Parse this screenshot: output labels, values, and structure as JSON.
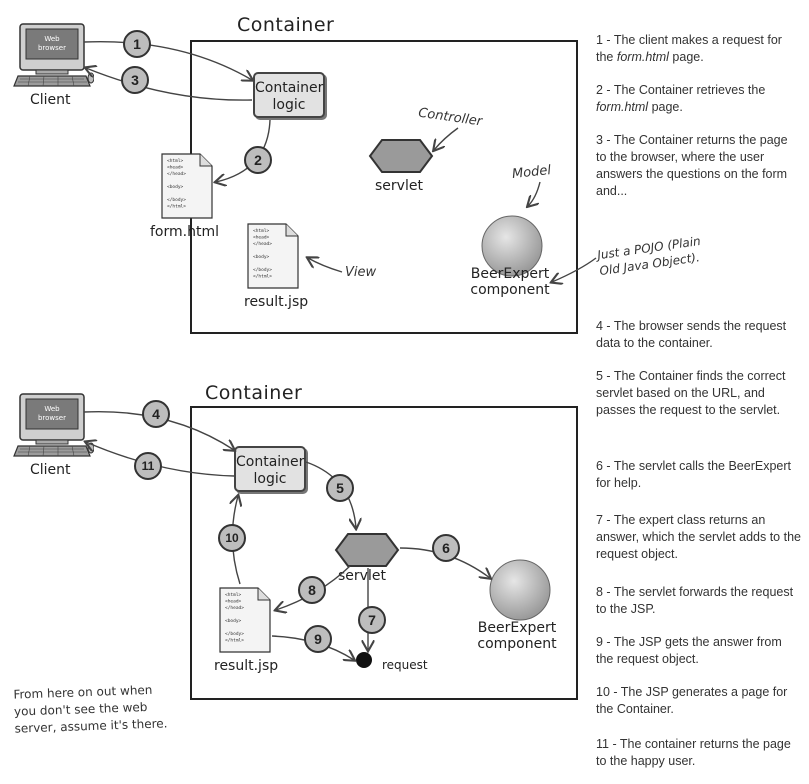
{
  "top": {
    "container_title": "Container",
    "computer_screen_text": [
      "Web",
      "browser"
    ],
    "client_label": "Client",
    "container_logic": [
      "Container",
      "logic"
    ],
    "steps": [
      "1",
      "2",
      "3"
    ],
    "form_doc_label": "form.html",
    "servlet_label": "servlet",
    "controller_label": "Controller",
    "model_label": "Model",
    "view_label": "View",
    "result_doc_label": "result.jsp",
    "beerexpert_label": [
      "BeerExpert",
      "component"
    ],
    "pojo_note": [
      "Just a POJO (Plain",
      "Old Java Object)."
    ],
    "doc_lines": [
      "<html>",
      "<head>",
      "</head>",
      "",
      "<body>",
      "",
      "</body>",
      "</html>"
    ]
  },
  "bottom": {
    "container_title": "Container",
    "computer_screen_text": [
      "Web",
      "browser"
    ],
    "client_label": "Client",
    "container_logic": [
      "Container",
      "logic"
    ],
    "steps": [
      "4",
      "5",
      "6",
      "7",
      "8",
      "9",
      "10",
      "11"
    ],
    "servlet_label": "servlet",
    "result_doc_label": "result.jsp",
    "beerexpert_label": [
      "BeerExpert",
      "component"
    ],
    "request_label": "request",
    "web_server_note": [
      "From here on out when",
      "you don't see the web",
      "server, assume it's there."
    ]
  },
  "descriptions": [
    {
      "num": "1",
      "pre": "1 - The client makes a request for the ",
      "em": "form.html",
      "post": " page."
    },
    {
      "num": "2",
      "pre": "2 - The Container retrieves the ",
      "em": "form.html",
      "post": " page."
    },
    {
      "num": "3",
      "pre": "3 - The Container returns the page to the browser, where the user answers the questions on the form and...",
      "em": "",
      "post": ""
    },
    {
      "num": "4",
      "pre": "4 - The browser sends the request data to the container.",
      "em": "",
      "post": ""
    },
    {
      "num": "5",
      "pre": "5 - The Container finds the correct servlet based on the URL, and passes the request to the servlet.",
      "em": "",
      "post": ""
    },
    {
      "num": "6",
      "pre": "6 - The servlet calls the BeerExpert for help.",
      "em": "",
      "post": ""
    },
    {
      "num": "7",
      "pre": "7 - The expert class returns an answer, which the servlet adds to the request object.",
      "em": "",
      "post": ""
    },
    {
      "num": "8",
      "pre": "8 - The servlet forwards the request to the JSP.",
      "em": "",
      "post": ""
    },
    {
      "num": "9",
      "pre": "9 - The JSP gets the answer from the request object.",
      "em": "",
      "post": ""
    },
    {
      "num": "10",
      "pre": "10 - The JSP generates a page for the Container.",
      "em": "",
      "post": ""
    },
    {
      "num": "11",
      "pre": "11 - The container returns the page to the happy user.",
      "em": "",
      "post": ""
    }
  ]
}
